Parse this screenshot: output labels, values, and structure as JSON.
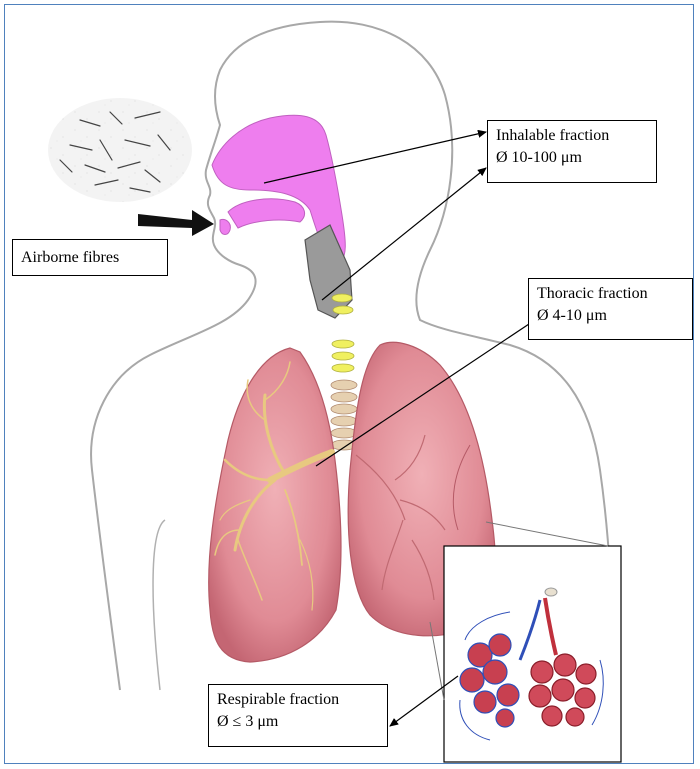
{
  "labels": {
    "airborne": "Airborne fibres",
    "inhalable": {
      "title": "Inhalable fraction",
      "size": "Ø 10-100 μm"
    },
    "thoracic": {
      "title": "Thoracic fraction",
      "size": "Ø 4-10 μm"
    },
    "respirable": {
      "title": "Respirable fraction",
      "size": "Ø ≤ 3 μm"
    }
  },
  "colors": {
    "frame": "#4f81bd",
    "airways": "#ee7eee",
    "lung": "#e48f98",
    "bronchi": "#e8c980",
    "trachea_rings": "#f0f060",
    "artery": "#c0303c",
    "vein": "#2f4fb8",
    "outline": "#a8a8a8"
  }
}
